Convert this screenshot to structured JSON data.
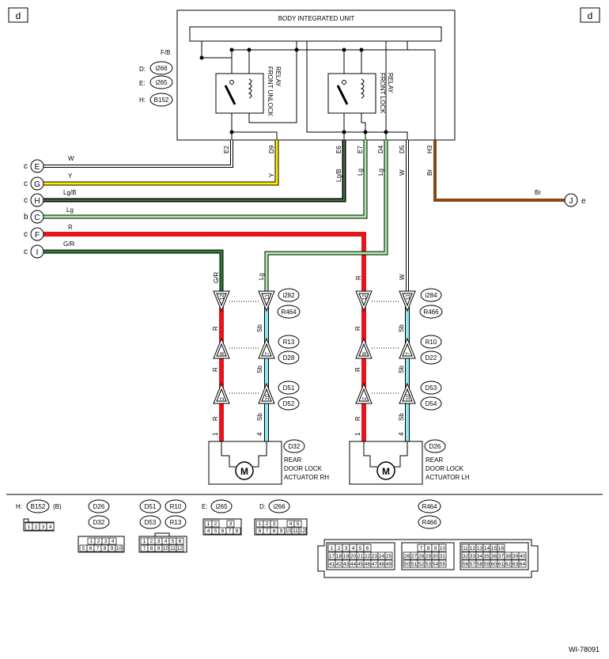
{
  "page_ref": "d",
  "diagram_id": "WI-78091",
  "unit": {
    "title": "BODY INTEGRATED UNIT",
    "fb_label": "F/B",
    "connectors": [
      {
        "prefix": "D:",
        "code": "i266"
      },
      {
        "prefix": "E:",
        "code": "i265"
      },
      {
        "prefix": "H:",
        "code": "B152"
      }
    ],
    "relays": [
      {
        "line1": "FRONT UNLOCK",
        "line2": "RELAY"
      },
      {
        "line1": "FRONT LOCK",
        "line2": "RELAY"
      }
    ],
    "pins": [
      "E2",
      "D9",
      "E6",
      "E7",
      "D4",
      "D5",
      "H3"
    ],
    "pin_wires": [
      "Y",
      "Lg/B",
      "Lg",
      "Lg",
      "W",
      "Br"
    ]
  },
  "left_connections": [
    {
      "letter": "E",
      "side": "c",
      "wire": "W"
    },
    {
      "letter": "G",
      "side": "c",
      "wire": "Y"
    },
    {
      "letter": "H",
      "side": "c",
      "wire": "Lg/B"
    },
    {
      "letter": "C",
      "side": "b",
      "wire": "Lg"
    },
    {
      "letter": "F",
      "side": "c",
      "wire": "R"
    },
    {
      "letter": "I",
      "side": "c",
      "wire": "G/R"
    }
  ],
  "right_connection": {
    "letter": "J",
    "side": "e",
    "wire": "Br"
  },
  "column_labels": {
    "gr": "G/R",
    "lg": "Lg",
    "r": "R",
    "w": "W"
  },
  "wire_labels": {
    "red": "R",
    "blue": "Sb"
  },
  "pin_numbers": {
    "rh_top": [
      "12",
      "11"
    ],
    "rh_mid": [
      "8",
      "7"
    ],
    "rh_bot": [
      "2",
      "10"
    ],
    "lh_top": [
      "12",
      "11"
    ],
    "lh_mid": [
      "8",
      "7"
    ],
    "lh_bot": [
      "2",
      "10"
    ],
    "actuator_pins": [
      "1",
      "4"
    ]
  },
  "connector_badges": {
    "rh_top": [
      "i282",
      "R464"
    ],
    "rh_mid": [
      "R13",
      "D28"
    ],
    "rh_bot": [
      "D51",
      "D52"
    ],
    "lh_top": [
      "i284",
      "R466"
    ],
    "lh_mid": [
      "R10",
      "D22"
    ],
    "lh_bot": [
      "D53",
      "D54"
    ]
  },
  "actuators": [
    {
      "connector": "D32",
      "line1": "REAR",
      "line2": "DOOR LOCK",
      "line3": "ACTUATOR RH",
      "motor": "M"
    },
    {
      "connector": "D26",
      "line1": "REAR",
      "line2": "DOOR LOCK",
      "line3": "ACTUATOR LH",
      "motor": "M"
    }
  ],
  "legend": {
    "b152": {
      "prefix": "H:",
      "code": "B152",
      "suffix": "(B)",
      "pins": [
        "1",
        "2",
        "3",
        "4"
      ]
    },
    "d26_d32": {
      "codes": [
        "D26",
        "D32"
      ],
      "row1": [
        "1",
        "2",
        "3",
        "4"
      ],
      "row2": [
        "5",
        "6",
        "7",
        "8",
        "9",
        "10"
      ]
    },
    "d51": {
      "codes": [
        "D51",
        "R10",
        "D53",
        "R13"
      ],
      "row1": [
        "1",
        "2",
        "3",
        "4",
        "5",
        "6"
      ],
      "row2": [
        "7",
        "8",
        "9",
        "10",
        "11",
        "12"
      ]
    },
    "i265": {
      "prefix": "E:",
      "code": "i265",
      "row1": [
        "1",
        "2",
        "3"
      ],
      "row2": [
        "4",
        "5",
        "6",
        "7",
        "8"
      ]
    },
    "i266": {
      "prefix": "D:",
      "code": "i266",
      "row1": [
        "1",
        "2",
        "3",
        "4",
        "5"
      ],
      "row2": [
        "6",
        "7",
        "8",
        "9",
        "10",
        "11",
        "12"
      ]
    },
    "r464": {
      "codes": [
        "R464",
        "R466"
      ],
      "blockA": [
        [
          "1",
          "2",
          "3",
          "4",
          "5",
          "6"
        ],
        [
          "17",
          "18",
          "19",
          "20",
          "21",
          "22",
          "23",
          "24",
          "25"
        ],
        [
          "41",
          "42",
          "43",
          "44",
          "45",
          "46",
          "47",
          "48",
          "49"
        ]
      ],
      "blockB": [
        [
          "7",
          "8",
          "9",
          "10"
        ],
        [
          "26",
          "27",
          "28",
          "29",
          "30",
          "31"
        ],
        [
          "50",
          "51",
          "52",
          "53",
          "54",
          "55"
        ]
      ],
      "blockC": [
        [
          "11",
          "12",
          "13",
          "14",
          "15",
          "16"
        ],
        [
          "32",
          "33",
          "34",
          "35",
          "36",
          "37",
          "38",
          "39",
          "40"
        ],
        [
          "56",
          "57",
          "58",
          "59",
          "60",
          "61",
          "62",
          "63",
          "64"
        ]
      ]
    }
  },
  "colors": {
    "W": "#ffffff",
    "Y": "#ffee00",
    "LgB": "#3e7d3e",
    "Lg": "#a8f0a8",
    "R": "#e8141c",
    "GR": "#2e7d32",
    "Sb": "#8eeaf2",
    "Br": "#8b4513"
  }
}
